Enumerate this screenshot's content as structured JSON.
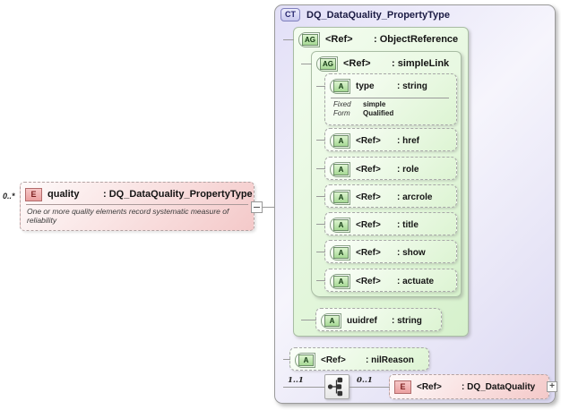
{
  "source_element": {
    "cardinality": "0..*",
    "badge": "E",
    "name": "quality",
    "type": ": DQ_DataQuality_PropertyType",
    "description": "One or more quality elements record systematic measure of reliability"
  },
  "complex_type": {
    "badge": "CT",
    "title": "DQ_DataQuality_PropertyType",
    "object_reference": {
      "badge": "AG",
      "name": "<Ref>",
      "type": ": ObjectReference",
      "simple_link": {
        "badge": "AG",
        "name": "<Ref>",
        "type": ": simpleLink",
        "type_attribute": {
          "badge": "A",
          "name": "type",
          "type": ": string",
          "facets": [
            {
              "label": "Fixed",
              "value": "simple"
            },
            {
              "label": "Form",
              "value": "Qualified"
            }
          ]
        },
        "attributes": [
          {
            "badge": "A",
            "name": "<Ref>",
            "type": ": href"
          },
          {
            "badge": "A",
            "name": "<Ref>",
            "type": ": role"
          },
          {
            "badge": "A",
            "name": "<Ref>",
            "type": ": arcrole"
          },
          {
            "badge": "A",
            "name": "<Ref>",
            "type": ": title"
          },
          {
            "badge": "A",
            "name": "<Ref>",
            "type": ": show"
          },
          {
            "badge": "A",
            "name": "<Ref>",
            "type": ": actuate"
          }
        ]
      },
      "uuidref_attribute": {
        "badge": "A",
        "name": "uuidref",
        "type": ": string"
      }
    },
    "nil_reason_attribute": {
      "badge": "A",
      "name": "<Ref>",
      "type": ": nilReason"
    },
    "sequence": {
      "left_cardinality": "1..1",
      "right_cardinality": "0..1"
    },
    "dq_data_quality_element": {
      "badge": "E",
      "name": "<Ref>",
      "type": ": DQ_DataQuality",
      "expand_label": "+"
    }
  }
}
